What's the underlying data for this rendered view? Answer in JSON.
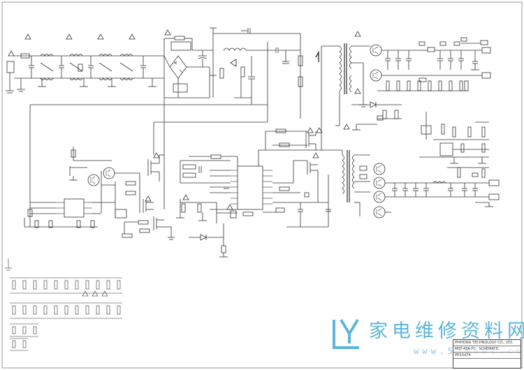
{
  "watermark": {
    "text": "家电维修资料网",
    "url": "www.520101.com"
  },
  "title_block": {
    "company": "PHIHONG TECHNOLOGY CO., LTD.",
    "model": "MST-45A-FC",
    "sheet": "SCHEMATIC",
    "part_no": "PH15474"
  },
  "colors": {
    "ink": "#303030",
    "watermark": "#5cb6d8",
    "warning": "#303030"
  }
}
